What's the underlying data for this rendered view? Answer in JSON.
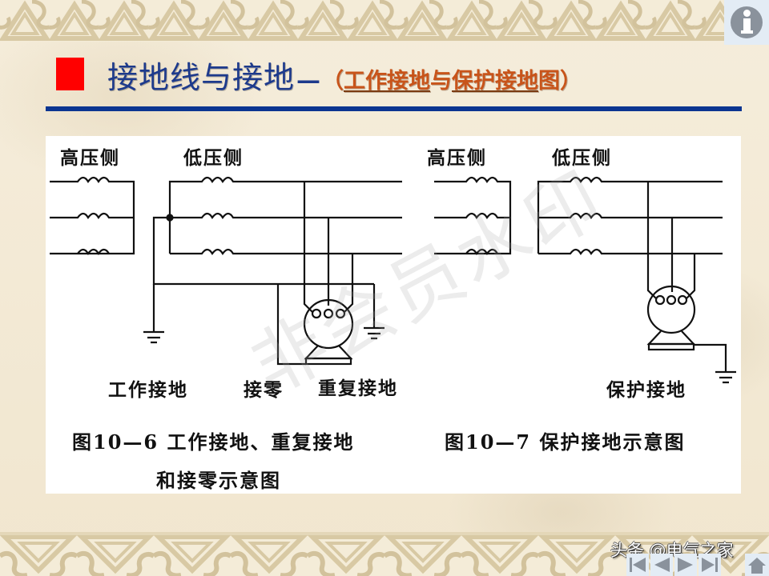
{
  "slide": {
    "title": {
      "main": "接地线与接地",
      "dash": "—",
      "sub_open": "（",
      "sub_link1": "工作接地",
      "sub_mid": "与",
      "sub_link2": "保护接地",
      "sub_end": "图",
      "sub_close": "）"
    },
    "colors": {
      "bullet": "#ff0000",
      "title_blue": "#1d3a8c",
      "subtitle_orange": "#c8541a",
      "rule_blue": "#0b3591"
    }
  },
  "figure_left": {
    "label_high": "高压侧",
    "label_low": "低压侧",
    "label_work_ground": "工作接地",
    "label_neutral": "接零",
    "label_repeat_ground": "重复接地",
    "caption_line1": "图10—6  工作接地、重复接地",
    "caption_line2": "和接零示意图"
  },
  "figure_right": {
    "label_high": "高压侧",
    "label_low": "低压侧",
    "label_protect_ground": "保护接地",
    "caption_line1": "图10—7  保护接地示意图"
  },
  "watermark": "非会员水印",
  "credit": "头条 @电气之家",
  "nav": {
    "info": "info-icon",
    "buttons": [
      "first-slide",
      "previous-slide",
      "next-slide",
      "last-slide"
    ],
    "home": "home-icon"
  }
}
